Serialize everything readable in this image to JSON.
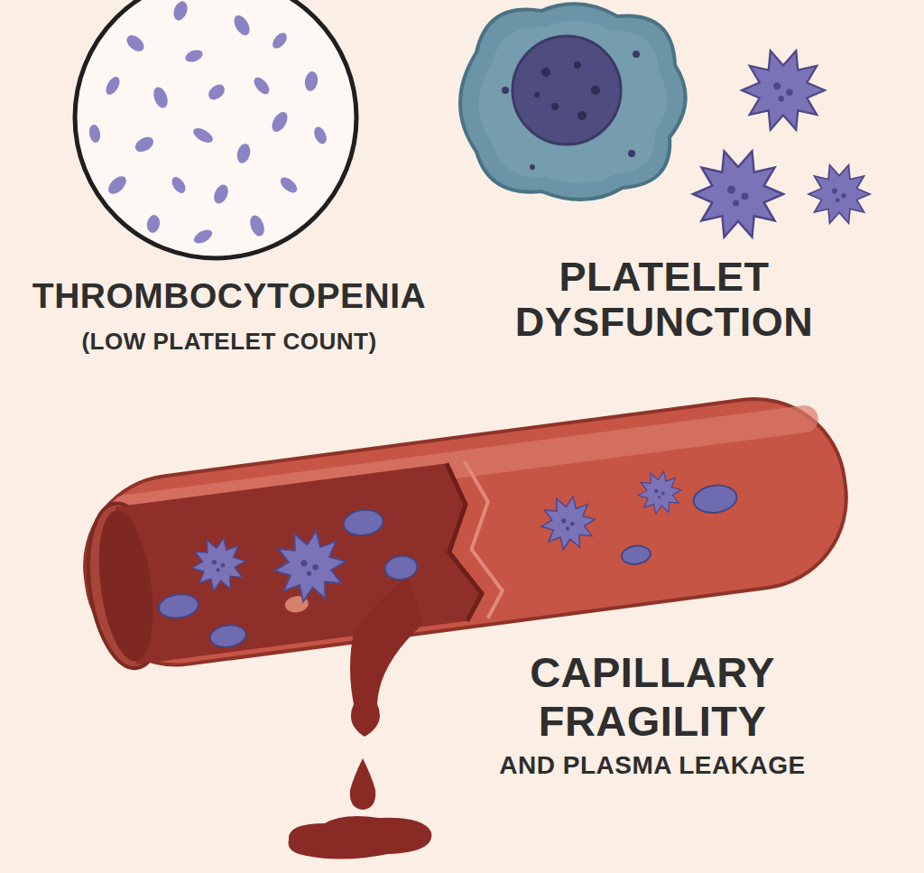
{
  "diagram": {
    "labels": [
      "THROMBOCYTOPENIA",
      "(LOW PLATELET COUNT)",
      "PLATELET DYSFUNCTION",
      "CAPILLARY FRAGILITY",
      "AND PLASMA LEAKAGE"
    ]
  }
}
